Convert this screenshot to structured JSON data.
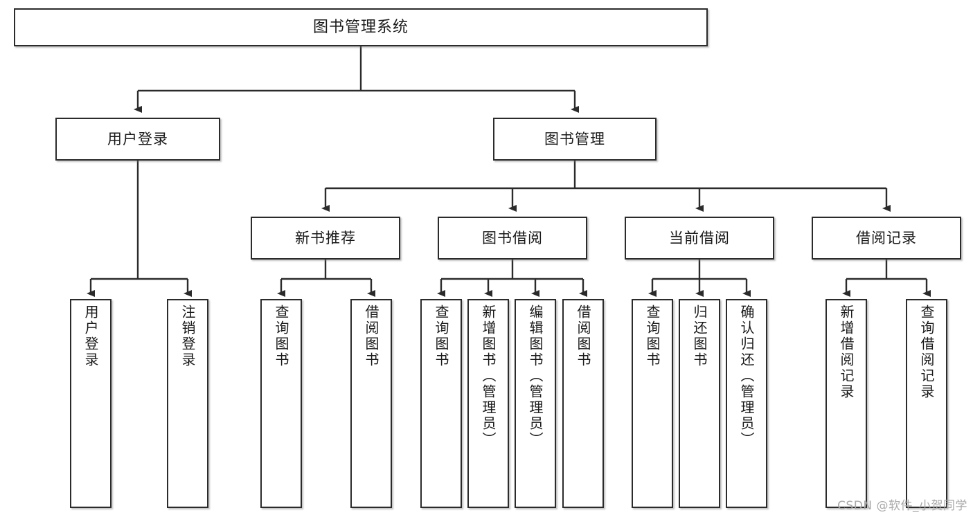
{
  "diagram": {
    "title": "图书管理系统",
    "type": "tree-hierarchy-chart",
    "watermark": "CSDN @软件_小贺同学",
    "colors": {
      "box_border": "#2b2b2b",
      "box_fill": "#ffffff",
      "edge": "#2b2b2b",
      "text": "#1a1a1a",
      "watermark": "#a9a9a9",
      "background": "#ffffff"
    }
  },
  "nodes": {
    "root": {
      "label": "图书管理系统"
    },
    "level2": [
      {
        "label": "用户登录"
      },
      {
        "label": "图书管理"
      }
    ],
    "level3": [
      {
        "label": "新书推荐"
      },
      {
        "label": "图书借阅"
      },
      {
        "label": "当前借阅"
      },
      {
        "label": "借阅记录"
      }
    ],
    "leaves": [
      {
        "label": "用户登录",
        "parent": "用户登录"
      },
      {
        "label": "注销登录",
        "parent": "用户登录"
      },
      {
        "label": "查询图书",
        "parent": "新书推荐"
      },
      {
        "label": "借阅图书",
        "parent": "新书推荐"
      },
      {
        "label": "查询图书",
        "parent": "图书借阅"
      },
      {
        "label": "新增图书（管理员）",
        "parent": "图书借阅"
      },
      {
        "label": "编辑图书（管理员）",
        "parent": "图书借阅"
      },
      {
        "label": "借阅图书",
        "parent": "图书借阅"
      },
      {
        "label": "查询图书",
        "parent": "当前借阅"
      },
      {
        "label": "归还图书",
        "parent": "当前借阅"
      },
      {
        "label": "确认归还（管理员）",
        "parent": "当前借阅"
      },
      {
        "label": "新增借阅记录",
        "parent": "借阅记录"
      },
      {
        "label": "查询借阅记录",
        "parent": "借阅记录"
      }
    ]
  }
}
